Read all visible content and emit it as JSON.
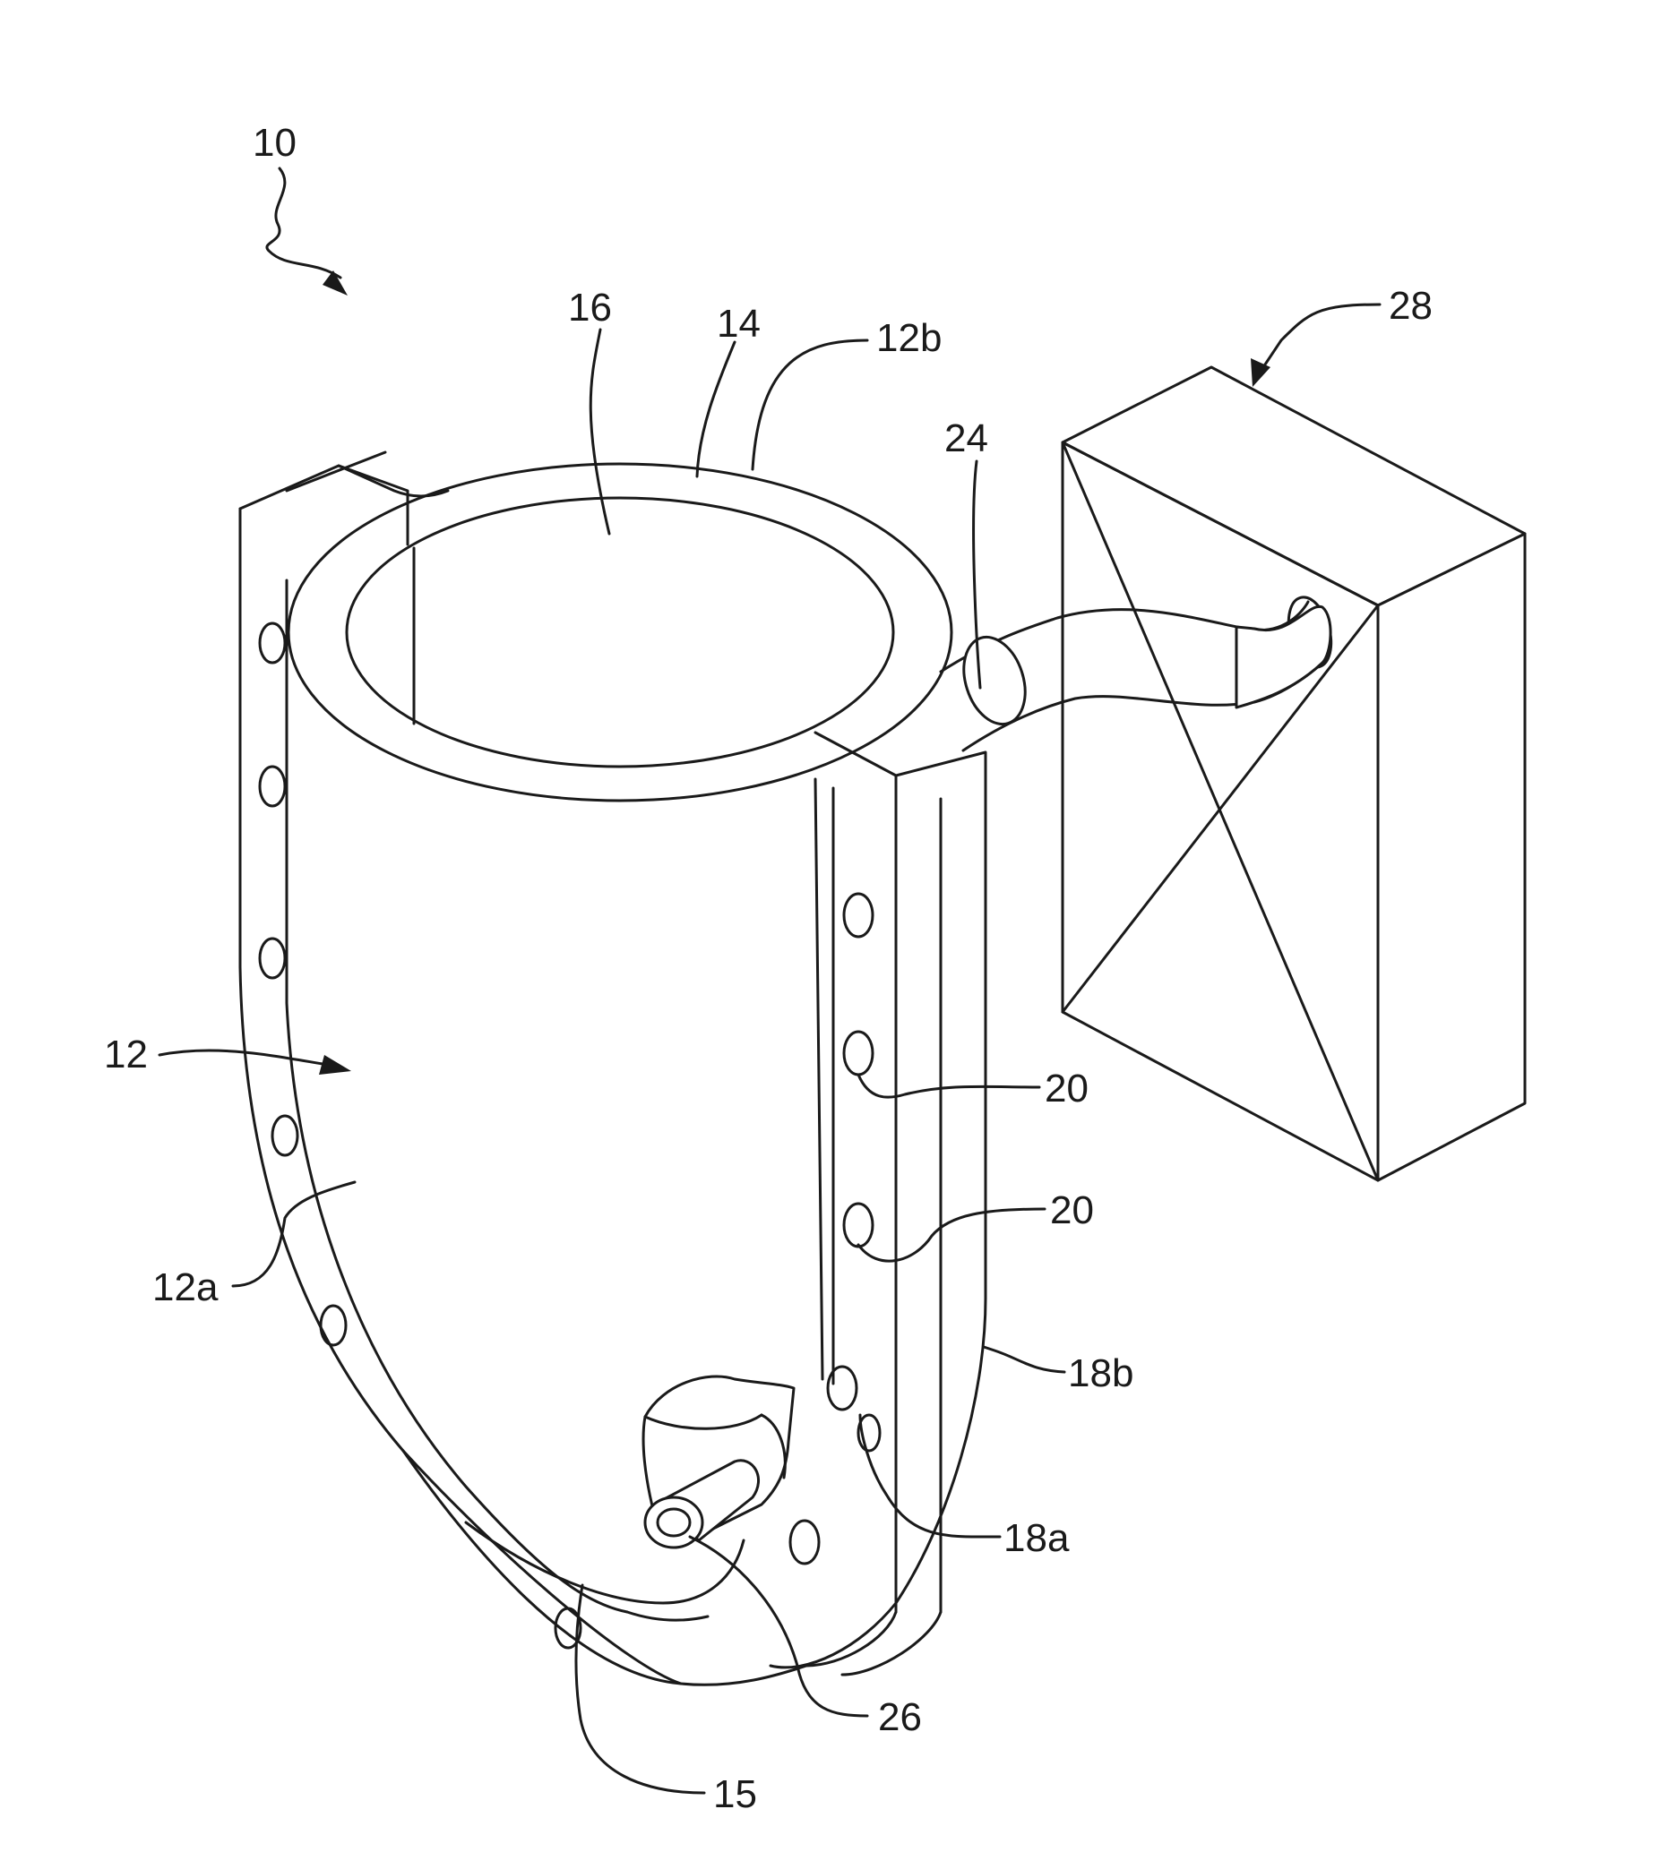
{
  "figure": {
    "labels": {
      "ref_10": "10",
      "ref_16": "16",
      "ref_14": "14",
      "ref_12b": "12b",
      "ref_28": "28",
      "ref_24": "24",
      "ref_12": "12",
      "ref_20_upper": "20",
      "ref_20_lower": "20",
      "ref_12a": "12a",
      "ref_18b": "18b",
      "ref_18a": "18a",
      "ref_26": "26",
      "ref_15": "15"
    }
  }
}
